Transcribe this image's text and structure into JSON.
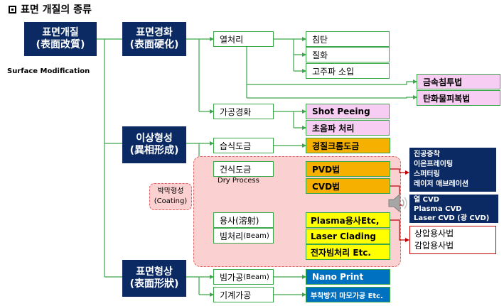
{
  "title": "표면 개질의 종류",
  "root": {
    "line1": "표면개질",
    "line2": "(表面改質)",
    "caption": "Surface Modification"
  },
  "categories": {
    "hardening": {
      "line1": "표면경화",
      "line2": "(表面硬化)"
    },
    "heterophase": {
      "line1": "이상형성",
      "line2": "(異相形成)"
    },
    "shape": {
      "line1": "표면형상",
      "line2": "(表面形狀)"
    }
  },
  "coating": {
    "line1": "박막형성",
    "line2": "(Coating)"
  },
  "methods": {
    "heat": "열처리",
    "work": "가공경화",
    "wet": "습식도금",
    "dry": "건식도금",
    "dry_sub": "Dry Process",
    "spray": "용사(溶射)",
    "beam": "빔처리",
    "beam_sub": "(Beam)",
    "beam_machining": "빔가공",
    "beam_machining_sub": "(Beam)",
    "mechanical": "기계가공"
  },
  "techniques": {
    "carburizing": "침탄",
    "nitriding": "질화",
    "hf_quench": "고주파 소입",
    "metal_diffusion": "금속침투법",
    "carbide_coating": "탄화물피복법",
    "shot_peening": "Shot Peeing",
    "ultrasonic": "초음파 처리",
    "hard_chrome": "경질크롬도금",
    "pvd": "PVD법",
    "cvd": "CVD법",
    "plasma_spray": "Plasma용사Etc,",
    "laser_clading": "Laser Clading",
    "ebeam": "전자빔처리 Etc.",
    "nano_print": "Nano Print",
    "anti_fouling": "부착방지 마모가공 Etc."
  },
  "pvd_details": [
    "진공증착",
    "이온프레이팅",
    "스퍼터링",
    "레이저 애브레이션"
  ],
  "cvd_details": [
    "열 CVD",
    "Plasma CVD",
    "Laser CVD (광 CVD)"
  ],
  "spray_details": [
    "상압용사법",
    "감압용사법"
  ],
  "icons": {
    "speaker": "speaker-icon"
  },
  "colors": {
    "navy": "#0b2a63",
    "green_line": "#3aa84a",
    "red_line": "#c00000",
    "pink": "#f8cdf4",
    "orange": "#f6b100",
    "yellow": "#ffff00",
    "blue": "#0070c0",
    "zone": "#fbd0d0"
  }
}
